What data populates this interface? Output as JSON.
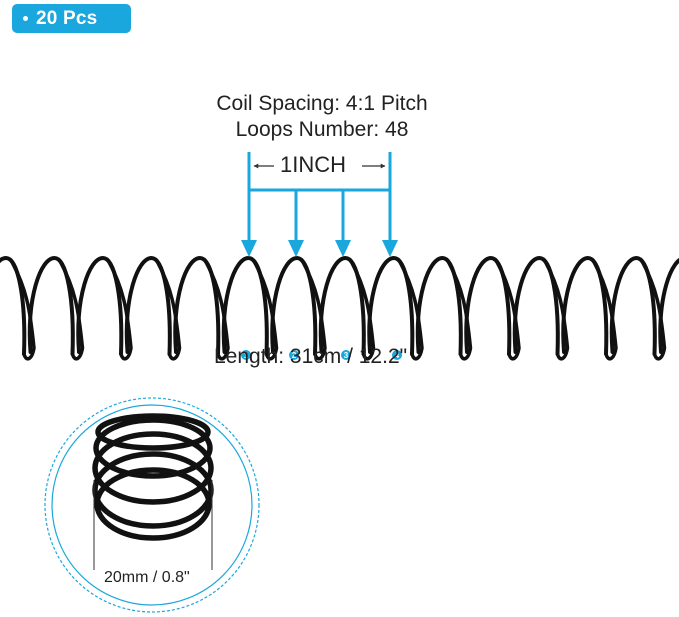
{
  "badge": {
    "text": "20 Pcs"
  },
  "spec": {
    "coil_spacing": "Coil Spacing: 4:1 Pitch",
    "loops_number": "Loops Number: 48"
  },
  "pitch_label": "1INCH",
  "length_label": "Length: 31cm / 12.2\"",
  "diameter_label": "20mm / 0.8\"",
  "markers": [
    "1",
    "2",
    "3",
    "4"
  ],
  "colors": {
    "accent": "#1aa7dd",
    "coil": "#111111",
    "text": "#222222"
  }
}
